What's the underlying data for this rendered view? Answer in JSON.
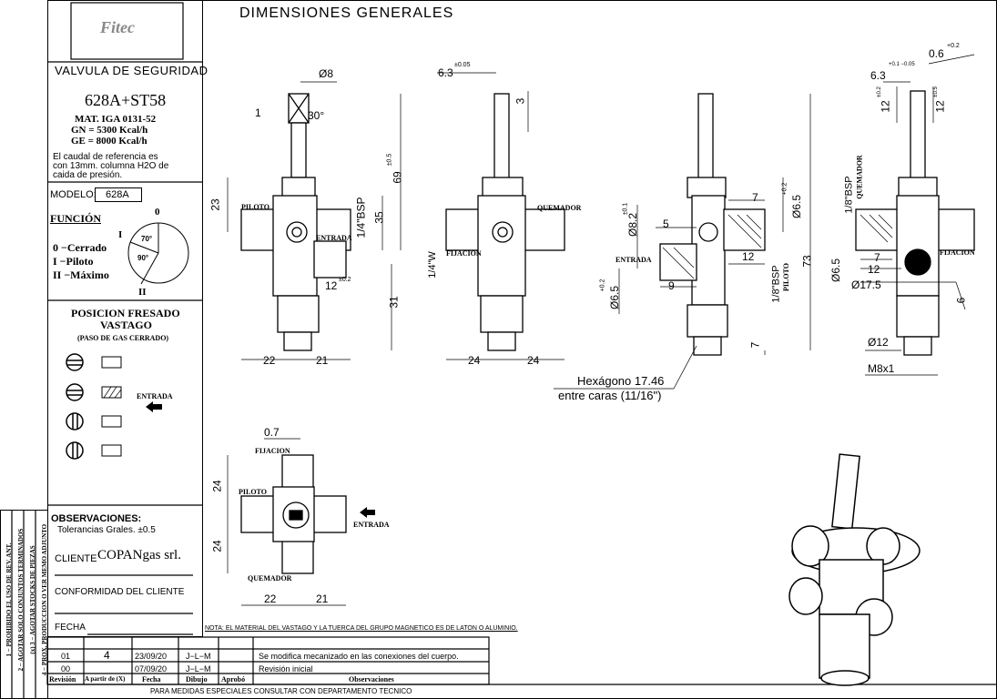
{
  "header": {
    "title": "DIMENSIONES GENERALES",
    "logo_text": "Fitec"
  },
  "titleblock": {
    "product": "VALVULA DE SEGURIDAD",
    "model_code": "628A+ST58",
    "specs": [
      "MAT. IGA 0131-52",
      "GN = 5300 Kcal/h",
      "GE = 8000 Kcal/h"
    ],
    "note": [
      "El caudal de referencia es",
      "con 13mm. columna H2O de",
      "caida de presión."
    ],
    "modelo_label": "MODELO:",
    "modelo_value": "628A",
    "funcion_label": "FUNCIÓN",
    "funcion_items": [
      "0 −Cerrado",
      "I −Piloto",
      "II −Máximo"
    ],
    "dial": {
      "zero": "0",
      "one": "I",
      "two": "II",
      "a70": "70°",
      "a90": "90°"
    },
    "posicion_title": [
      "POSICION FRESADO",
      "VASTAGO"
    ],
    "posicion_sub": "(PASO DE GAS CERRADO)",
    "entrada": "ENTRADA",
    "observ_label": "OBSERVACIONES:",
    "tolerancias": "Tolerancias Grales. ±0.5",
    "cliente_label": "CLIENTE",
    "cliente_value": "COPANgas srl.",
    "conformidad": "CONFORMIDAD DEL CLIENTE",
    "fecha": "FECHA"
  },
  "side_notes": [
    "1 − PROHIBIDO EL USO DE REV. ANT.",
    "2 − AGOTAR SOLO CONJUNTOS TERMINADOS",
    "(x) 3 − AGOTAR STOCKS DE PIEZAS",
    "4 − PROX. PRODUCCION O VER MEMO ADJUNTO"
  ],
  "revisions": {
    "headers": [
      "Revisión",
      "A partir de (X)",
      "Fecha",
      "Dibujo",
      "Aprobó",
      "Observaciones"
    ],
    "rows": [
      [
        "01",
        "4",
        "23/09/20",
        "J−L−M",
        "",
        "Se modifica mecanizado en las conexiones del cuerpo."
      ],
      [
        "00",
        "",
        "07/09/20",
        "J−L−M",
        "",
        "Revisión inicial"
      ]
    ],
    "footer": "PARA MEDIDAS ESPECIALES CONSULTAR CON DEPARTAMENTO TECNICO"
  },
  "nota": "NOTA: EL MATERIAL DEL VASTAGO Y LA TUERCA DEL GRUPO MAGNETICO ES DE LATON O ALUMINIO.",
  "labels": {
    "piloto": "PILOTO",
    "entrada": "ENTRADA",
    "quemador": "QUEMADOR",
    "fijacion": "FIJACION",
    "hexagono": "Hexágono 17.46",
    "entre_caras": "entre caras (11/16\")"
  },
  "dims": {
    "d8": "Ø8",
    "d30": "30°",
    "d1": "1",
    "d23": "23",
    "d69": "69",
    "d69tol": "±0.5",
    "d35": "35",
    "bsp14": "1/4\"BSP",
    "d12": "12",
    "d12tol": "±0.2",
    "d31": "31",
    "d22": "22",
    "d21": "21",
    "d63": "6.3",
    "d63tol": "±0.05",
    "d3": "3",
    "w14": "1/4\"W",
    "d24": "24",
    "d7": "7",
    "d65": "Ø6.5",
    "d65tol": "+0.2",
    "d82": "Ø8.2",
    "d82tol": "±0.1",
    "d5": "5",
    "d9": "9",
    "bsp18": "1/8\"BSP",
    "d73": "73",
    "d06": "0.6",
    "d06tol": "+0.2",
    "d63b": "6.3",
    "d63btol": "+0.1 −0.05",
    "d12a": "12",
    "d12atol": "±0.2",
    "d12b": "12",
    "d12btol": "±0.5",
    "d175": "Ø17.5",
    "d6": "6",
    "d12c": "Ø12",
    "m8": "M8x1",
    "d07": "0.7"
  }
}
